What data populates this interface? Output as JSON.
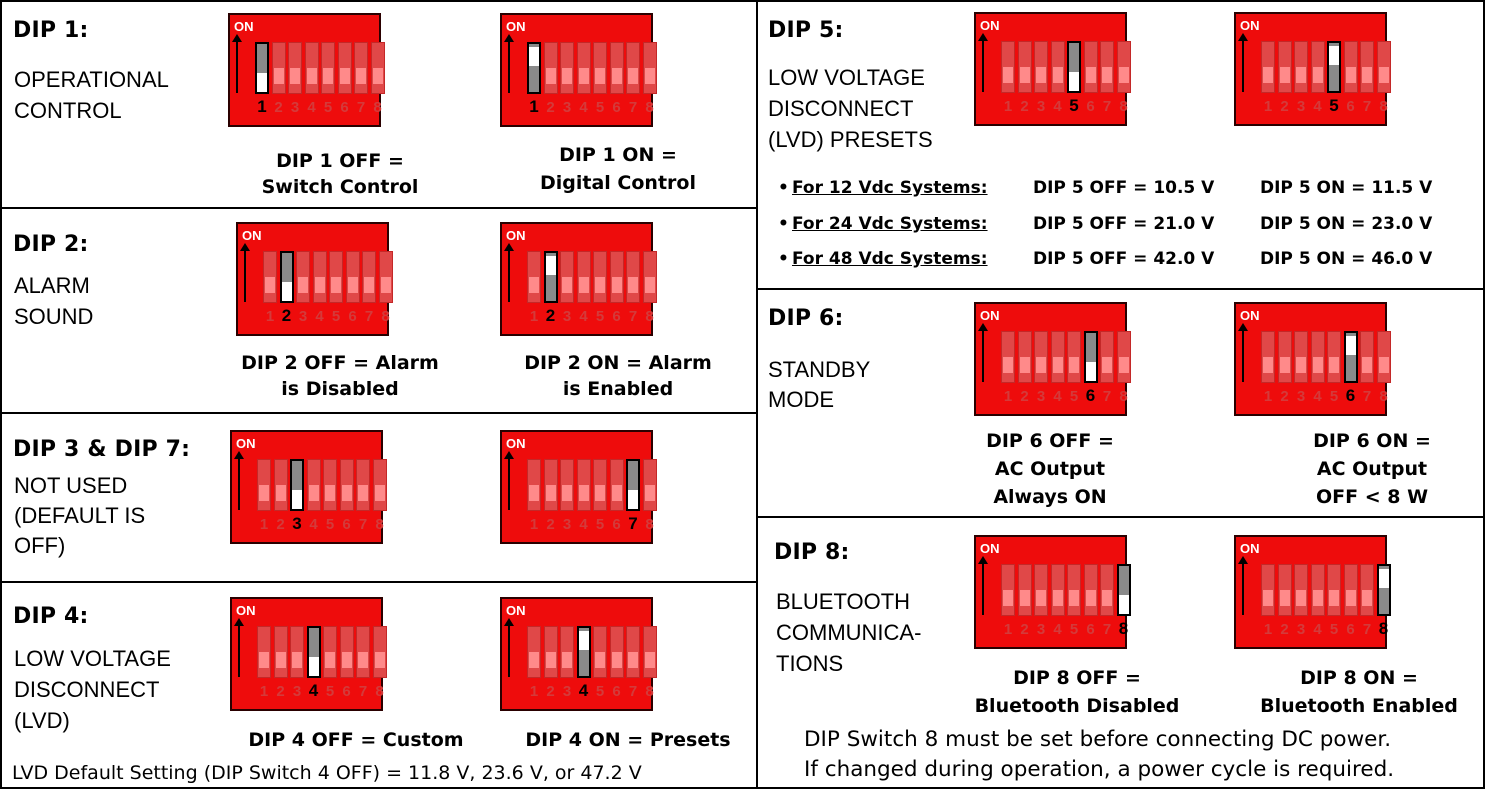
{
  "sections": {
    "dip1": {
      "title": "DIP 1:",
      "desc": [
        "OPERATIONAL",
        "CONTROL"
      ],
      "cap_off": [
        "DIP 1 OFF =",
        "Switch Control"
      ],
      "cap_on": [
        "DIP 1 ON =",
        "Digital Control"
      ]
    },
    "dip2": {
      "title": "DIP 2:",
      "desc": [
        "ALARM",
        "SOUND"
      ],
      "cap_off": [
        "DIP 2 OFF = Alarm",
        "is Disabled"
      ],
      "cap_on": [
        "DIP 2 ON = Alarm",
        "is Enabled"
      ]
    },
    "dip37": {
      "title": "DIP 3 & DIP 7:",
      "desc": [
        "NOT USED",
        "(DEFAULT IS",
        "OFF)"
      ]
    },
    "dip4": {
      "title": "DIP 4:",
      "desc": [
        "LOW VOLTAGE",
        "DISCONNECT",
        "(LVD)"
      ],
      "cap_off": "DIP 4 OFF = Custom",
      "cap_on": "DIP 4 ON = Presets",
      "default_note": "LVD Default Setting (DIP Switch 4 OFF) = 11.8 V, 23.6 V, or 47.2 V"
    },
    "dip5": {
      "title": "DIP 5:",
      "desc": [
        "LOW VOLTAGE",
        "DISCONNECT",
        "(LVD) PRESETS"
      ],
      "rows": [
        {
          "bullet": "•",
          "label": "For 12 Vdc Systems:",
          "off": "DIP 5 OFF = 10.5 V",
          "on": "DIP 5 ON = 11.5 V"
        },
        {
          "bullet": "•",
          "label": "For 24 Vdc Systems:",
          "off": "DIP 5 OFF = 21.0 V",
          "on": "DIP 5 ON = 23.0 V"
        },
        {
          "bullet": "•",
          "label": "For 48 Vdc Systems:",
          "off": "DIP 5 OFF = 42.0 V",
          "on": "DIP 5 ON = 46.0 V"
        }
      ]
    },
    "dip6": {
      "title": "DIP 6:",
      "desc": [
        "STANDBY",
        "MODE"
      ],
      "cap_off": [
        "DIP 6 OFF =",
        "AC Output",
        "Always ON"
      ],
      "cap_on": [
        "DIP 6 ON =",
        "AC Output",
        "OFF < 8 W"
      ]
    },
    "dip8": {
      "title": "DIP 8:",
      "desc": [
        "BLUETOOTH",
        "COMMUNICA-",
        "TIONS"
      ],
      "cap_off": [
        "DIP 8 OFF =",
        "Bluetooth Disabled"
      ],
      "cap_on": [
        "DIP 8 ON =",
        "Bluetooth Enabled"
      ],
      "note": [
        "DIP Switch 8 must be set before connecting DC power.",
        "If changed during operation, a power cycle is required."
      ]
    }
  },
  "switch_block": {
    "on_label": "ON",
    "numbers": [
      "1",
      "2",
      "3",
      "4",
      "5",
      "6",
      "7",
      "8"
    ],
    "colors": {
      "body": "#ee0c0c",
      "slot": "#e04848",
      "knob": "#ff8a8a",
      "active_slot": "#8a8a8a"
    }
  },
  "diagrams": [
    {
      "id": "dip1-off",
      "active": 1,
      "state": "off"
    },
    {
      "id": "dip1-on",
      "active": 1,
      "state": "on"
    },
    {
      "id": "dip2-off",
      "active": 2,
      "state": "off"
    },
    {
      "id": "dip2-on",
      "active": 2,
      "state": "on"
    },
    {
      "id": "dip3-off",
      "active": 3,
      "state": "off"
    },
    {
      "id": "dip7-off",
      "active": 7,
      "state": "off"
    },
    {
      "id": "dip4-off",
      "active": 4,
      "state": "off"
    },
    {
      "id": "dip4-on",
      "active": 4,
      "state": "on"
    },
    {
      "id": "dip5-off",
      "active": 5,
      "state": "off"
    },
    {
      "id": "dip5-on",
      "active": 5,
      "state": "on"
    },
    {
      "id": "dip6-off",
      "active": 6,
      "state": "off"
    },
    {
      "id": "dip6-on",
      "active": 6,
      "state": "on"
    },
    {
      "id": "dip8-off",
      "active": 8,
      "state": "off"
    },
    {
      "id": "dip8-on",
      "active": 8,
      "state": "on"
    }
  ]
}
